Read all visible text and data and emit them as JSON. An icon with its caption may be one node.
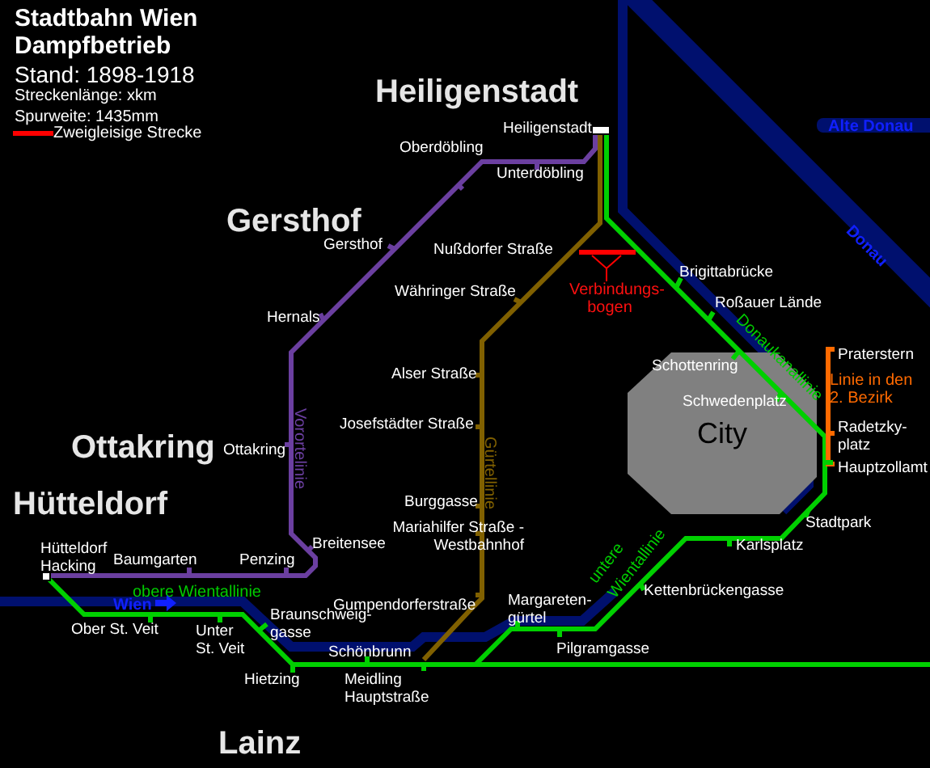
{
  "diagram": {
    "title": "Stadtbahn Wien Dampfbetrieb",
    "nodes": [
      {
        "text": [
          "City"
        ]
      }
    ],
    "edges": [],
    "labels": [
      "Stand: 1898-1918",
      "Streckenlänge: xkm",
      "Spurweite: 1435mm",
      "Heiligenstadt",
      "Alte Donau",
      "Heiligenstadt",
      "Oberdöbling",
      "Unterdöbling",
      "Gersthof",
      "Gersthof",
      "Nußdorfer Straße",
      "Verbindungs- bogen",
      "Brigittabrücke",
      "Währinger Straße",
      "Hernals",
      "Roßauer Lände",
      "Donaukanallinie",
      "Praterstern",
      "Schottenring",
      "Linie in den 2. Bezirk",
      "Alser Straße",
      "Schwedenplatz",
      "Josefstädter Straße",
      "Radetzky- platz",
      "Ottakring",
      "Ottakring",
      "Vorortelinie",
      "Gürtellinie",
      "Hauptzollamt",
      "Hütteldorf",
      "Burggasse",
      "Stadtpark",
      "Mariahilfer Straße - Westbahnhof",
      "Breitensee",
      "Hütteldorf Hacking",
      "Baumgarten",
      "Penzing",
      "Karlsplatz",
      "untere Wientallinie",
      "Kettenbrückengasse",
      "obere Wientallinie",
      "Gumpendorferstraße",
      "Margareten- gürtel",
      "Wien",
      "Braunschweig- gasse",
      "Ober St. Veit",
      "Unter St. Veit",
      "Pilgramgasse",
      "Schönbrunn",
      "Hietzing",
      "Meidling Hauptstraße",
      "Lainz",
      "Donau"
    ],
    "legend": [
      {
        "text": "Zweigleisige Strecke"
      }
    ]
  }
}
